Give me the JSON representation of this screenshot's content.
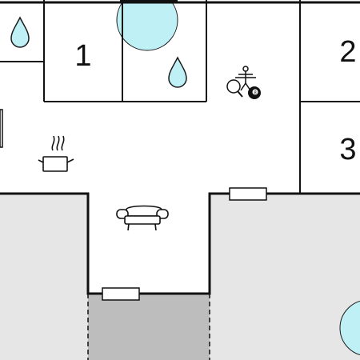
{
  "floor_plan": {
    "room_numbers": [
      "1",
      "2",
      "3"
    ],
    "icons": [
      "water-drop-icon",
      "water-drop-icon",
      "table-tennis-icon",
      "table-football-icon",
      "billiards-ball-icon",
      "cooking-pot-icon",
      "sofa-icon",
      "pool-icon",
      "hot-tub-icon"
    ],
    "colors": {
      "wall": "#111111",
      "floor": "#ffffff",
      "outside": "#e6e6e6",
      "terrace": "#bdbdbd",
      "water": "#bff0f5",
      "water_outline": "#1a1a1a"
    }
  }
}
